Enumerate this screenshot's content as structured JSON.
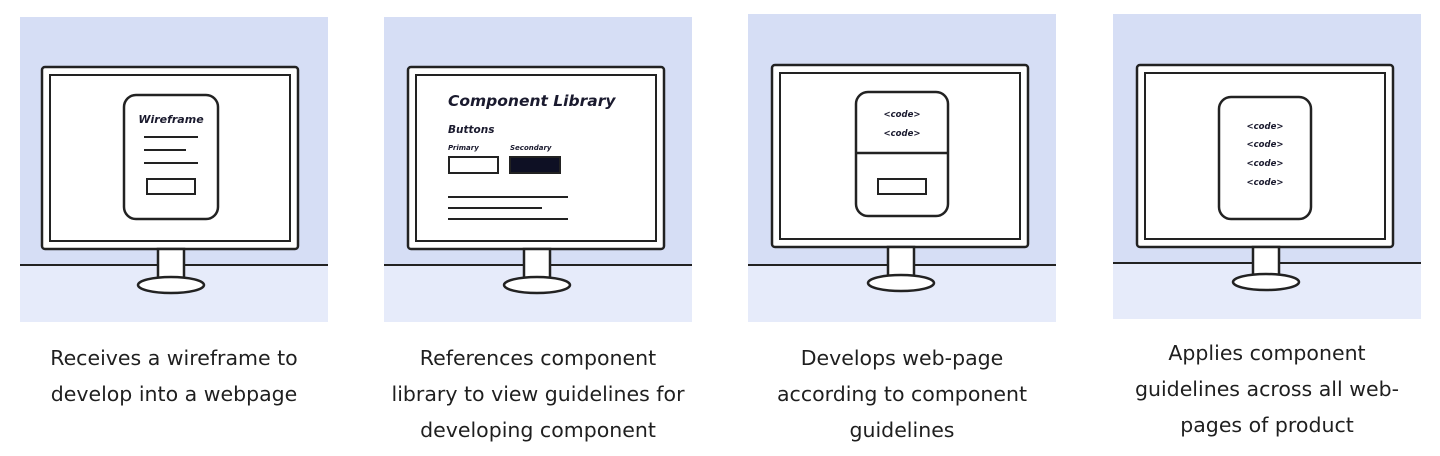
{
  "colors": {
    "wall": "#d6def5",
    "floor": "#e6ebfa",
    "outline": "#222222",
    "screen": "#ffffff",
    "dark_button": "#0e1024"
  },
  "panels": [
    {
      "scene": "wireframe",
      "card_title": "Wireframe",
      "caption_lines": [
        "Receives a wireframe to",
        "develop into a webpage"
      ]
    },
    {
      "scene": "component-library",
      "library_title": "Component Library",
      "section_label": "Buttons",
      "primary_label": "Primary",
      "secondary_label": "Secondary",
      "caption_lines": [
        "References component",
        "library to view guidelines for",
        "developing component"
      ]
    },
    {
      "scene": "code-with-button",
      "code_lines": [
        "<code>",
        "<code>"
      ],
      "caption_lines": [
        "Develops web-page",
        "according to component",
        "guidelines"
      ]
    },
    {
      "scene": "code-page",
      "code_lines": [
        "<code>",
        "<code>",
        "<code>",
        "<code>"
      ],
      "caption_lines": [
        "Applies component",
        "guidelines across all web-",
        "pages of product"
      ]
    }
  ]
}
